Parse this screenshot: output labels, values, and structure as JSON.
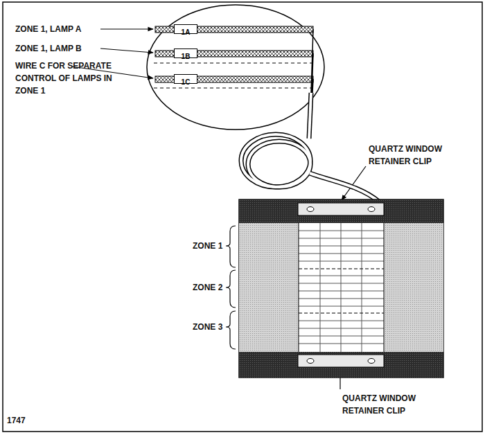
{
  "diagram": {
    "nodes": [
      {
        "text": [
          "1A"
        ]
      },
      {
        "text": [
          "1B"
        ]
      },
      {
        "text": [
          "1C"
        ]
      }
    ],
    "labels": [
      "ZONE 1, LAMP A",
      "ZONE 1, LAMP B",
      "WIRE C FOR SEPARATE CONTROL OF LAMPS IN ZONE 1",
      "QUARTZ WINDOW RETAINER CLIP",
      "ZONE 1",
      "ZONE 2",
      "ZONE 3",
      "QUARTZ WINDOW RETAINER CLIP",
      "1747"
    ]
  }
}
